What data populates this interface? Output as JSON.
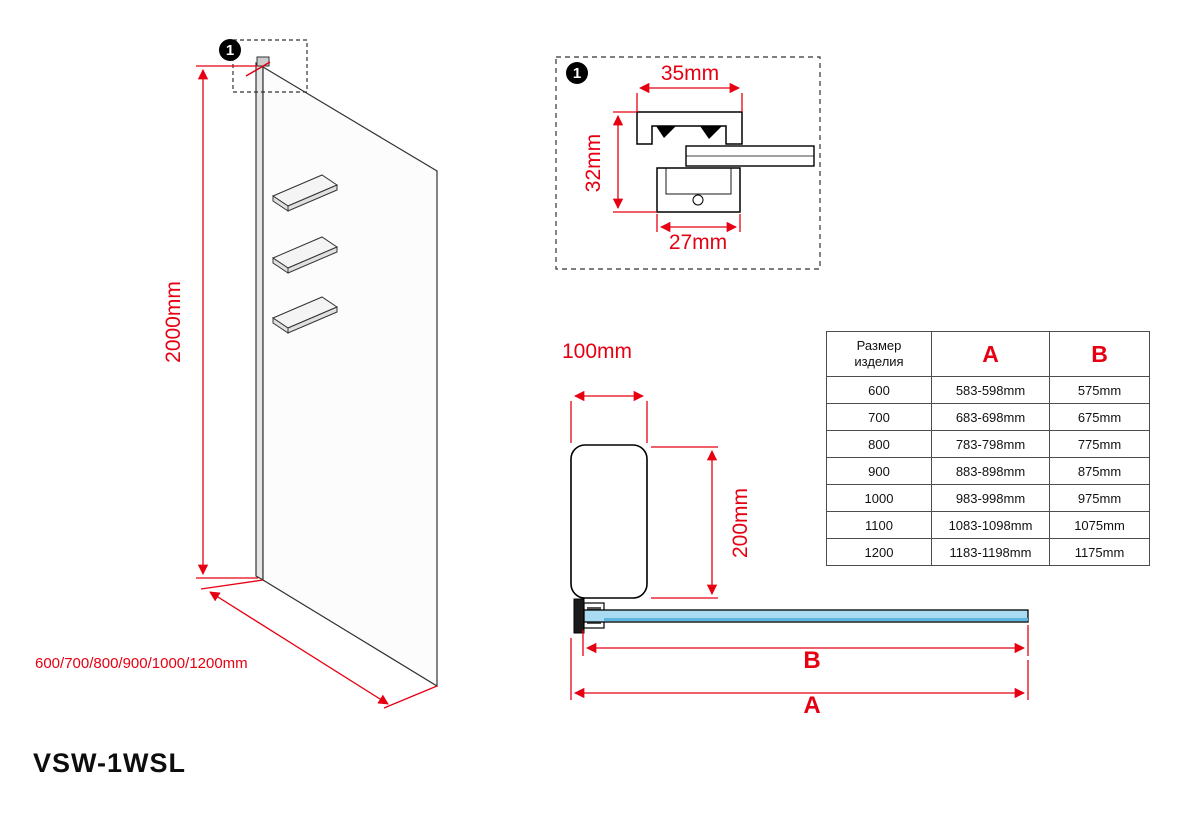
{
  "title": "VSW-1WSL",
  "colors": {
    "dimension_red": "#e60012",
    "glass_blue": "#a9dcf2",
    "line_black": "#000000"
  },
  "callouts": {
    "detail_number": "1"
  },
  "front_view": {
    "height": "2000mm",
    "widths": "600/700/800/900/1000/1200mm"
  },
  "detail_view": {
    "number": "1",
    "width_top": "35mm",
    "height_side": "32mm",
    "width_bottom": "27mm"
  },
  "plan_view": {
    "width": "100mm",
    "depth": "200mm",
    "dim_b_label": "B",
    "dim_a_label": "A"
  },
  "table": {
    "size_header": "Размер изделия",
    "col_a": "A",
    "col_b": "B",
    "rows": [
      {
        "size": "600",
        "a": "583-598mm",
        "b": "575mm"
      },
      {
        "size": "700",
        "a": "683-698mm",
        "b": "675mm"
      },
      {
        "size": "800",
        "a": "783-798mm",
        "b": "775mm"
      },
      {
        "size": "900",
        "a": "883-898mm",
        "b": "875mm"
      },
      {
        "size": "1000",
        "a": "983-998mm",
        "b": "975mm"
      },
      {
        "size": "1100",
        "a": "1083-1098mm",
        "b": "1075mm"
      },
      {
        "size": "1200",
        "a": "1183-1198mm",
        "b": "1175mm"
      }
    ]
  }
}
